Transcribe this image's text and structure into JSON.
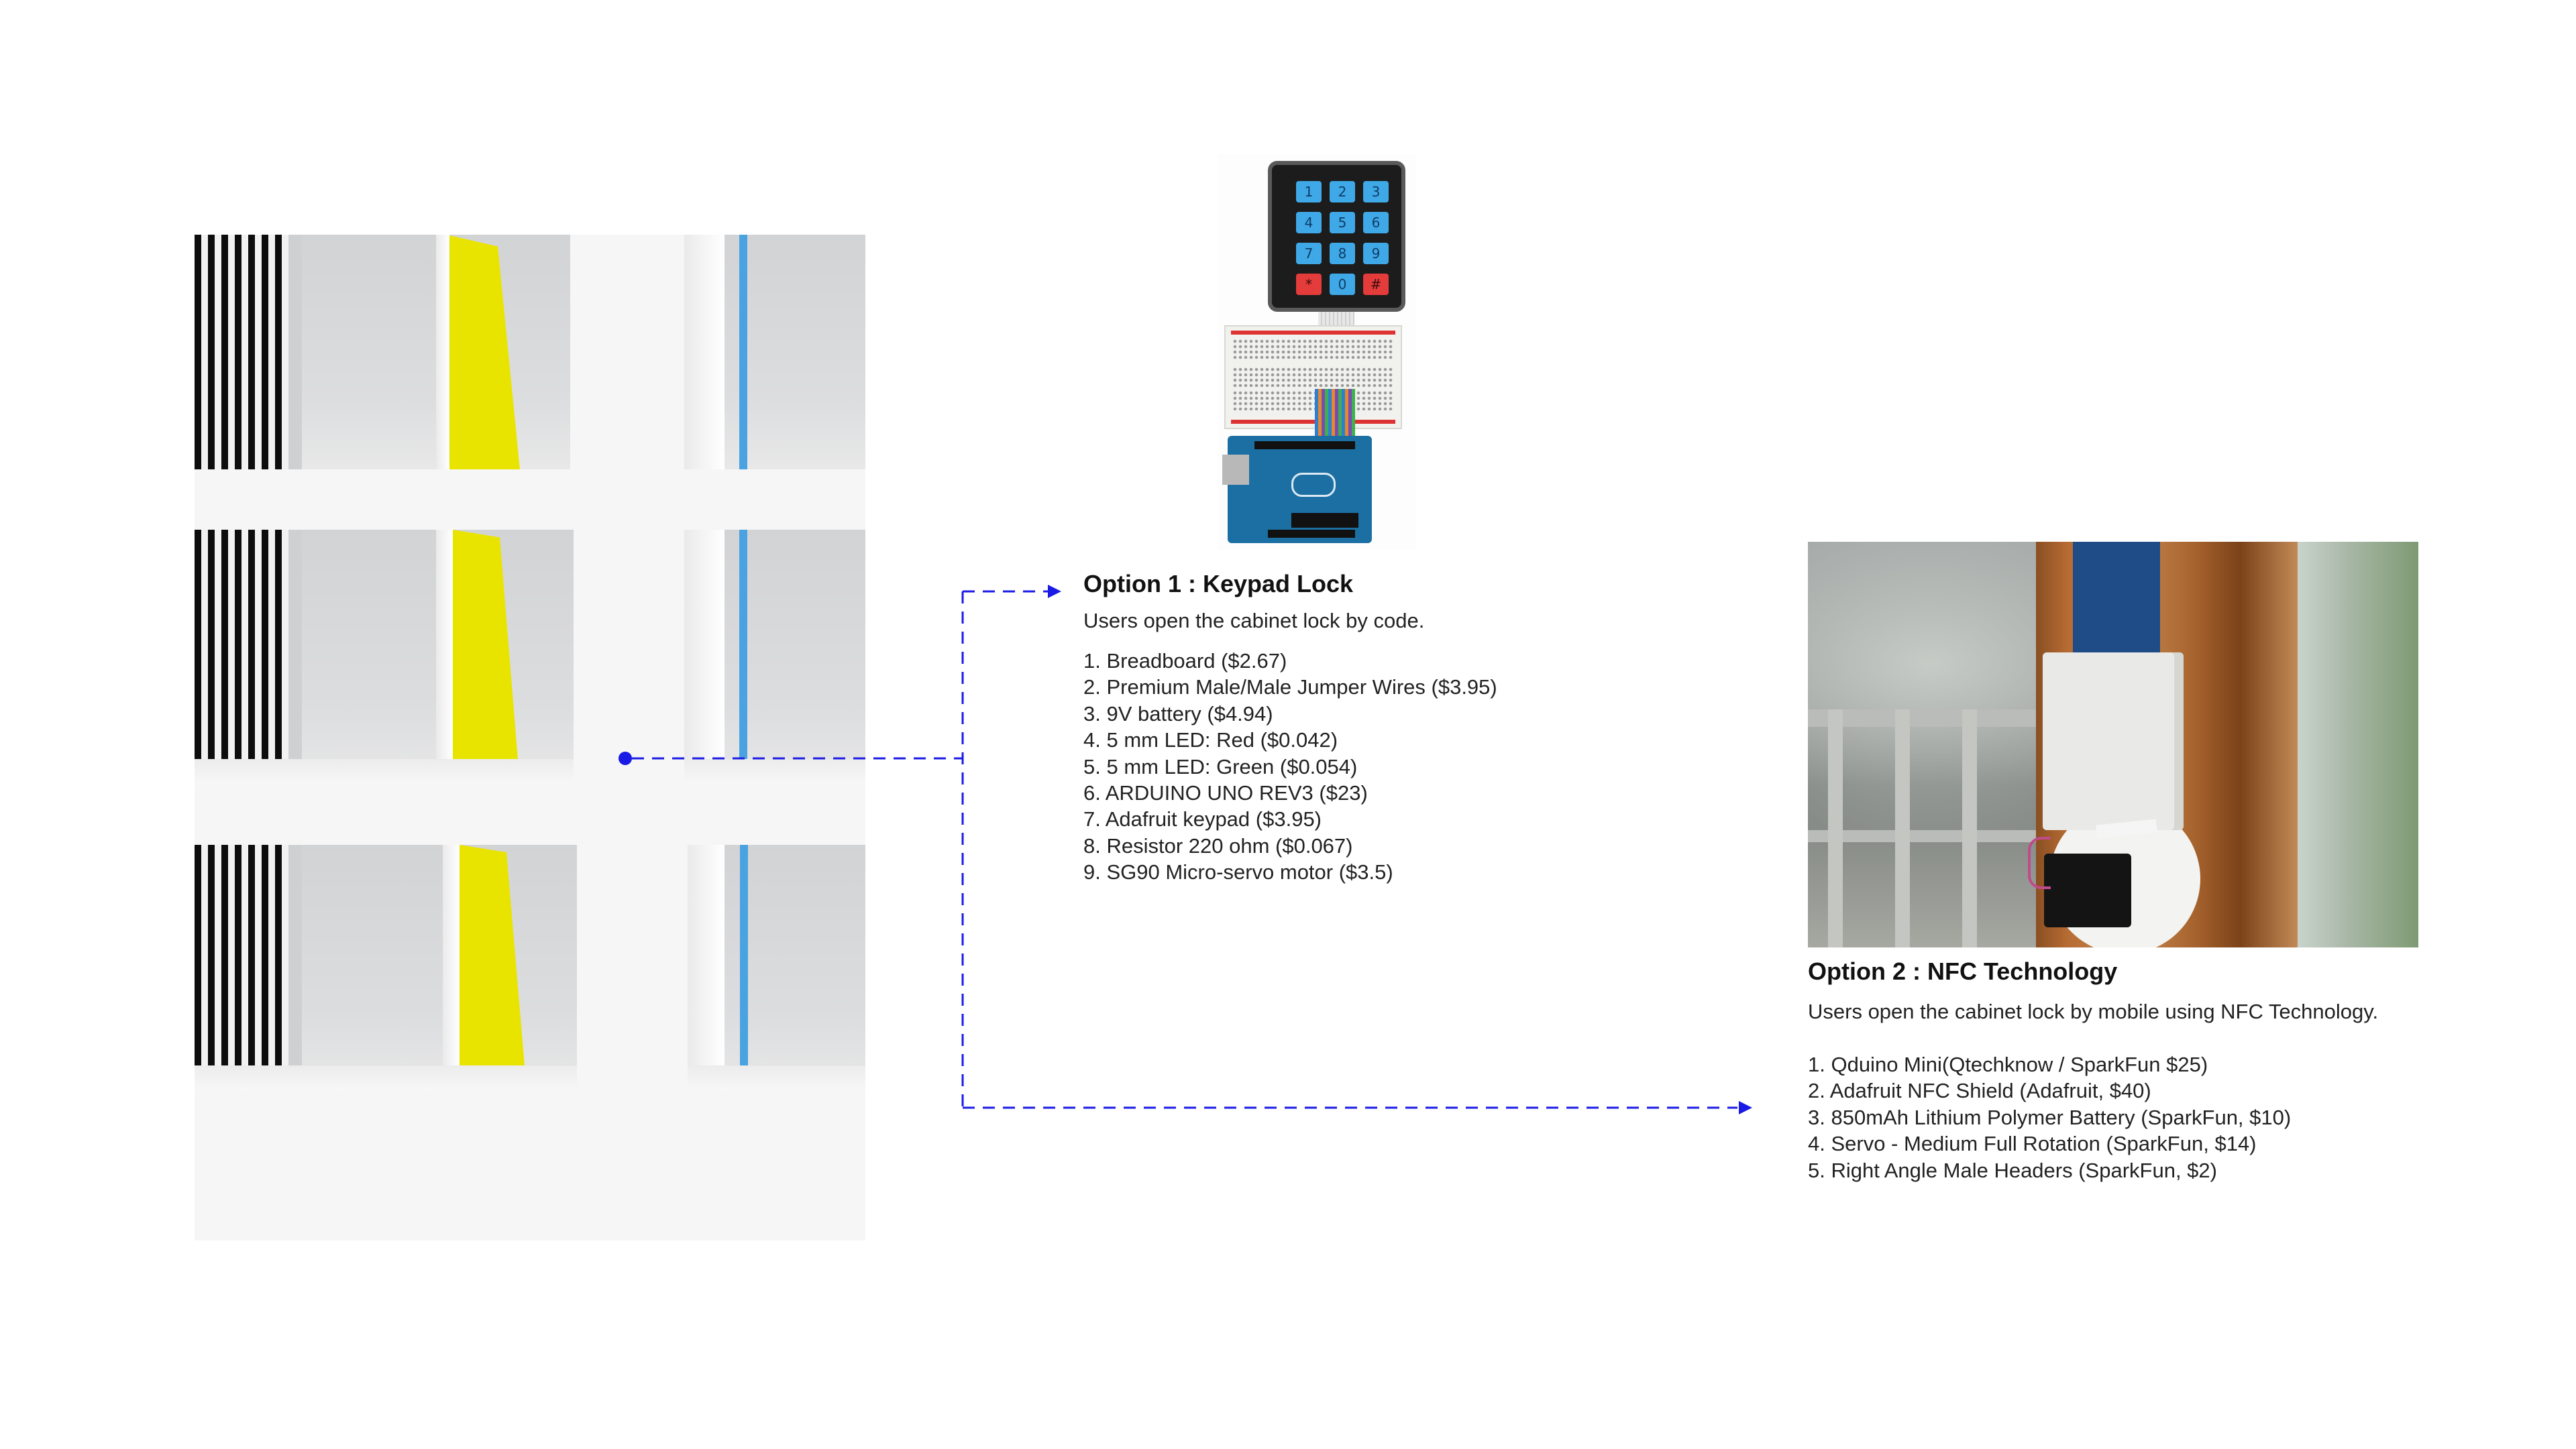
{
  "colors": {
    "connector": "#1a1ae6",
    "yellow_panel": "#e8e400",
    "blue_stripe": "#4aa3e0",
    "text": "#222222"
  },
  "images": {
    "cabinet": "cabinet-shelves-render",
    "keypad": "keypad-breadboard-arduino-photo",
    "nfc": "nfc-lock-on-door-photo"
  },
  "option1": {
    "title": "Option 1 : Keypad Lock",
    "description": "Users open the cabinet lock by code.",
    "items": [
      "1. Breadboard ($2.67)",
      "2. Premium Male/Male Jumper Wires ($3.95)",
      "3. 9V battery ($4.94)",
      "4. 5 mm LED: Red ($0.042)",
      "5. 5 mm LED: Green ($0.054)",
      "6. ARDUINO UNO REV3 ($23)",
      "7. Adafruit keypad ($3.95)",
      "8. Resistor 220 ohm ($0.067)",
      "9. SG90 Micro-servo motor ($3.5)"
    ]
  },
  "option2": {
    "title": "Option 2 : NFC Technology",
    "description": "Users open the cabinet lock by mobile using NFC Technology.",
    "items": [
      "1. Qduino Mini(Qtechknow / SparkFun $25)",
      "2. Adafruit NFC Shield (Adafruit, $40)",
      "3. 850mAh Lithium Polymer Battery (SparkFun, $10)",
      "4. Servo - Medium Full Rotation (SparkFun, $14)",
      "5. Right Angle Male Headers (SparkFun, $2)"
    ]
  },
  "keypad_keys": [
    "1",
    "2",
    "3",
    "4",
    "5",
    "6",
    "7",
    "8",
    "9",
    "*",
    "0",
    "#"
  ]
}
